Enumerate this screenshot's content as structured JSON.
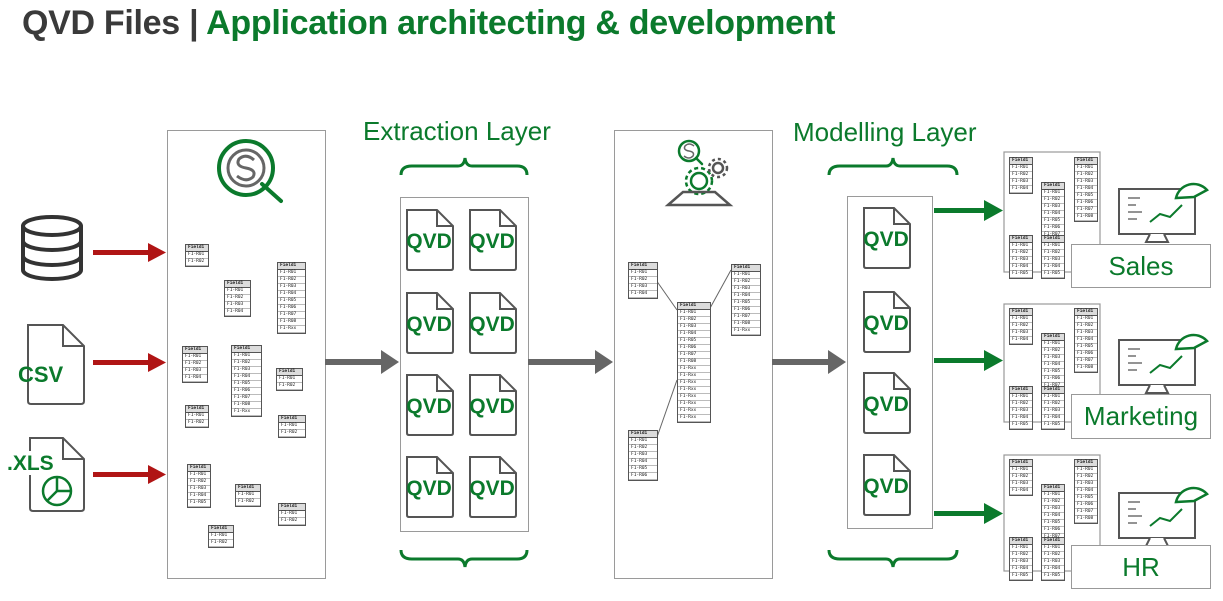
{
  "title": {
    "part1": "QVD Files",
    "separator": "|",
    "part2": "Application architecting & development"
  },
  "extraction_label": "Extraction Layer",
  "modelling_label": "Modelling Layer",
  "sources": [
    "CSV",
    ".XLS"
  ],
  "qvd_label": "QVD",
  "apps": [
    "Sales",
    "Marketing",
    "HR"
  ],
  "colors": {
    "green": "#0b7a2c",
    "dark": "#3a3a3a",
    "red": "#b01515",
    "gray_arrow": "#666666"
  },
  "icons": [
    "database-icon",
    "csv-file-icon",
    "xls-file-icon",
    "qlik-logo-icon",
    "qlik-gear-icon",
    "dashboard-icon"
  ],
  "table": {
    "header": "Field1",
    "rows": [
      "F1-R01",
      "F1-R02",
      "F1-R03",
      "F1-R04",
      "F1-R05",
      "F1-R06",
      "F1-R07",
      "F1-R08",
      "F1-Rxx"
    ]
  }
}
